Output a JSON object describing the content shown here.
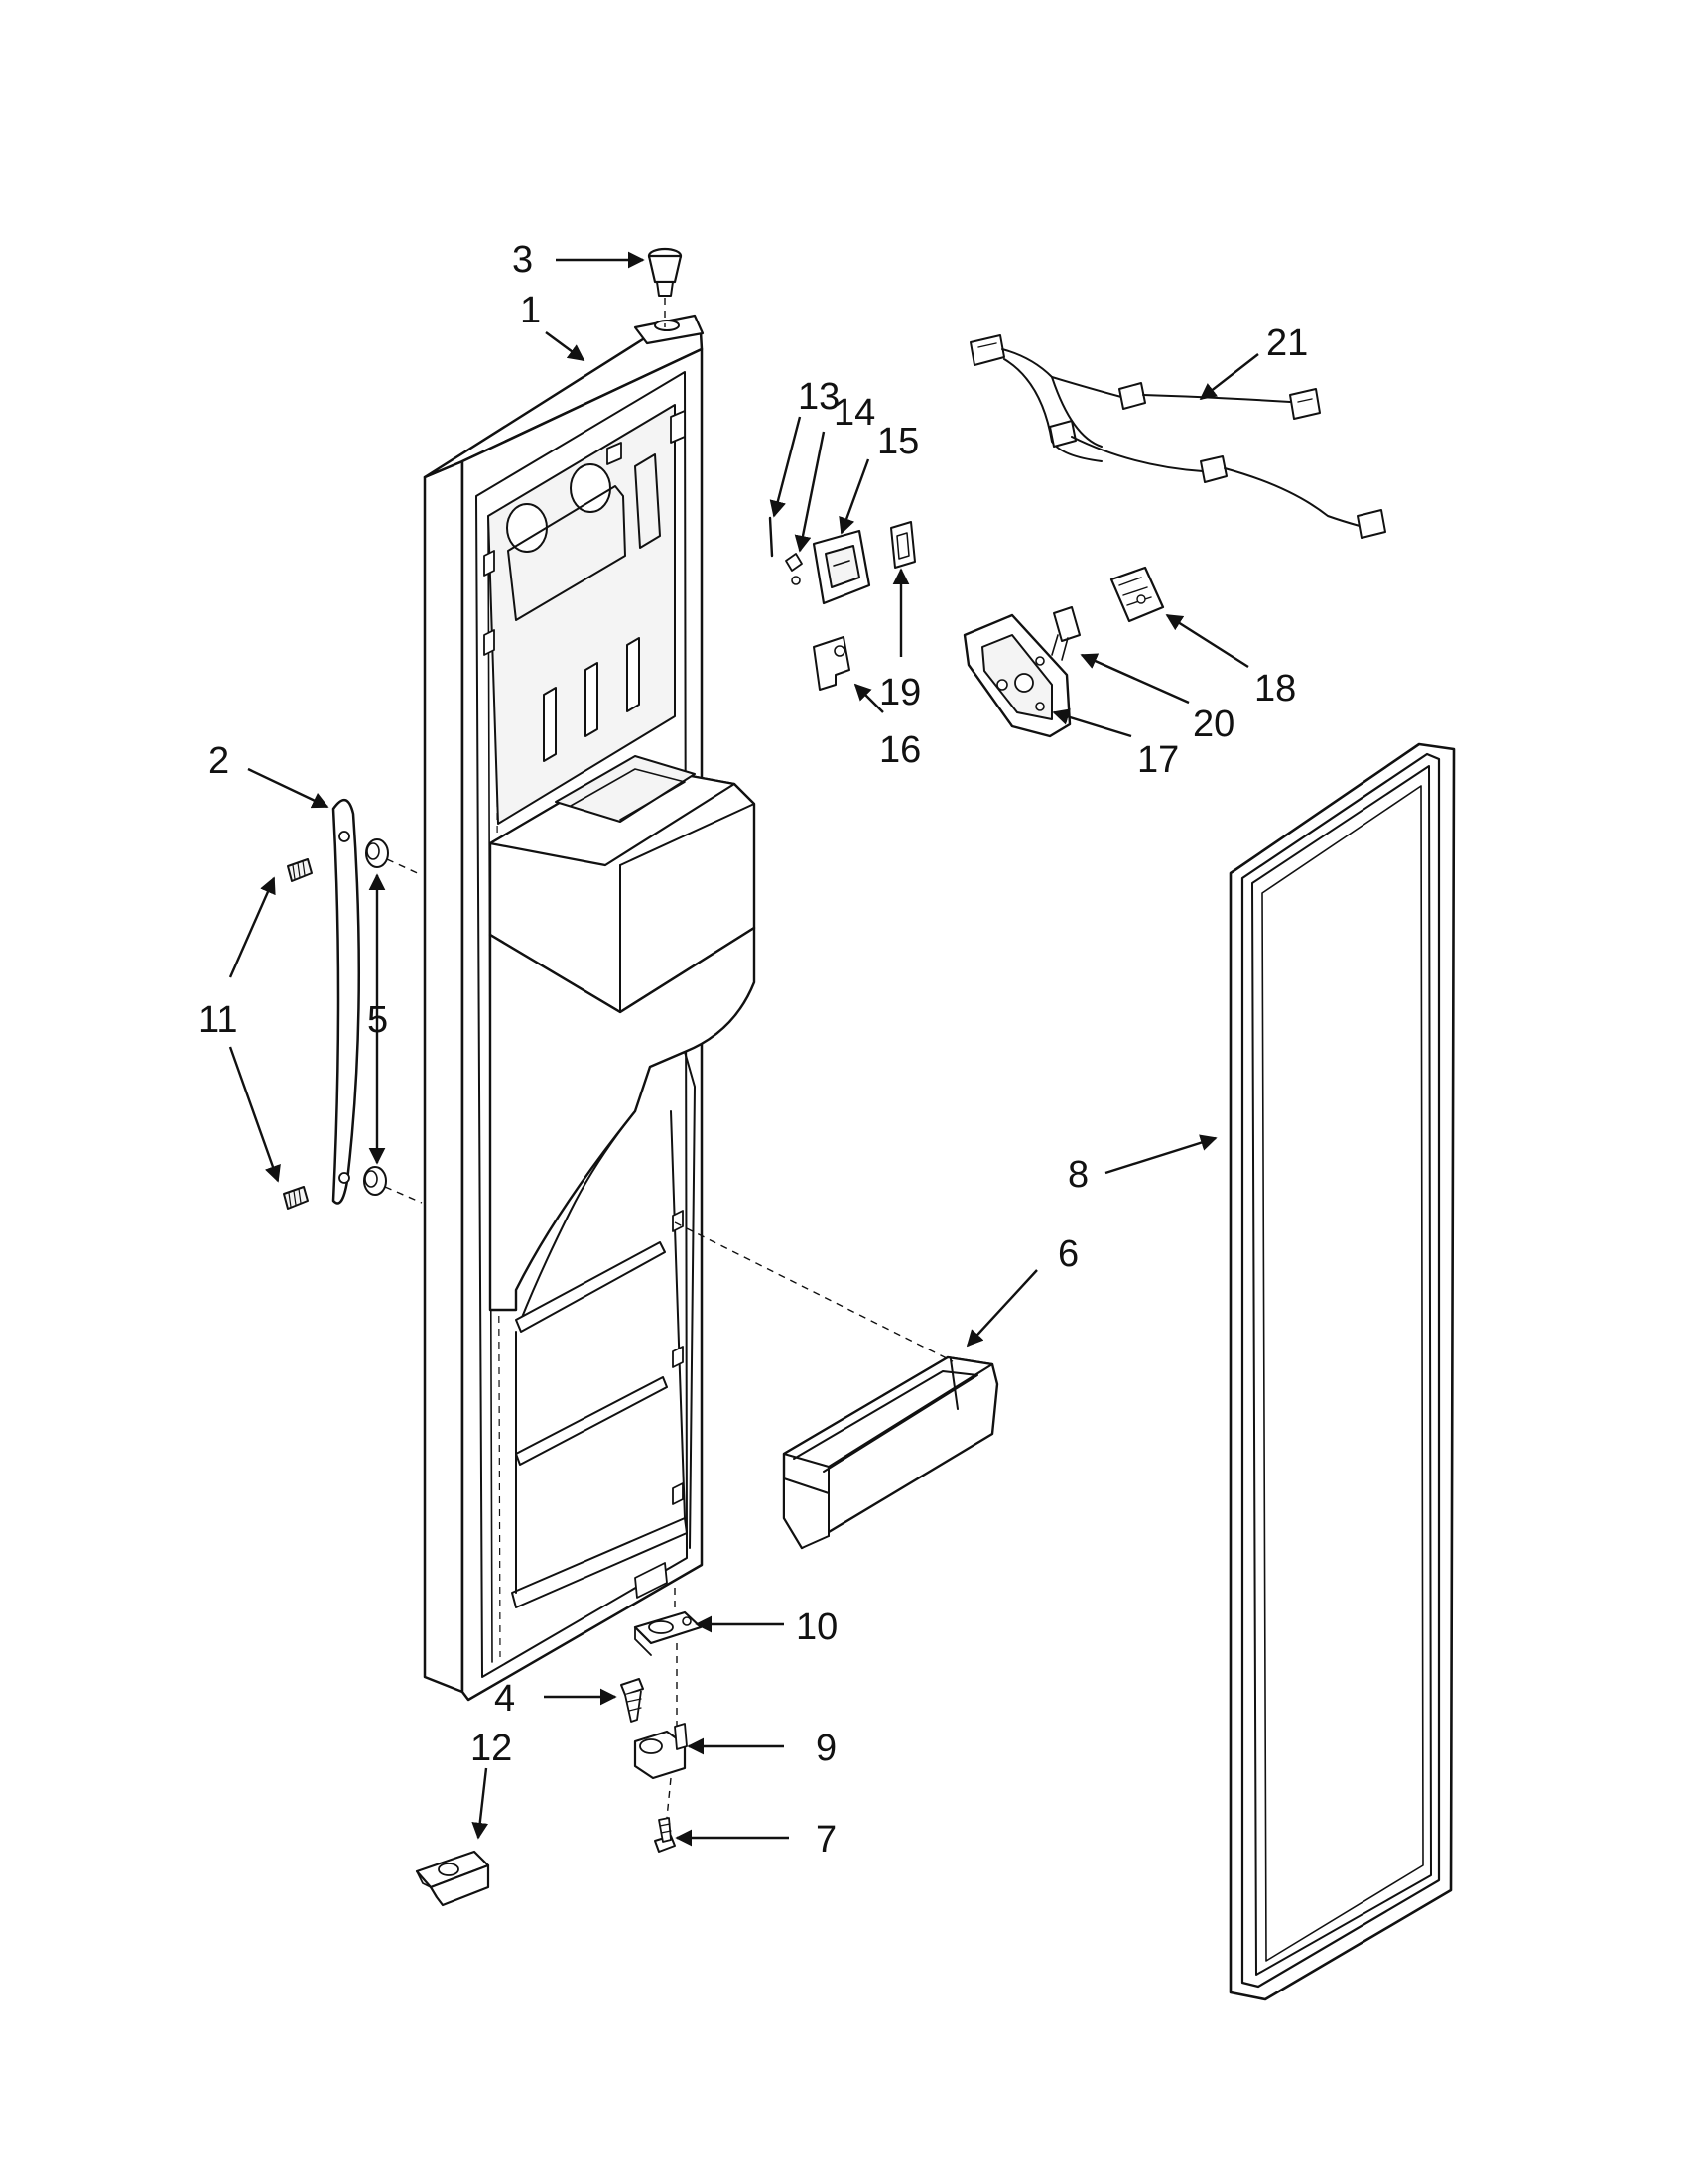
{
  "diagram": {
    "callouts": [
      {
        "id": "1",
        "label": "1"
      },
      {
        "id": "2",
        "label": "2"
      },
      {
        "id": "3",
        "label": "3"
      },
      {
        "id": "4",
        "label": "4"
      },
      {
        "id": "5",
        "label": "5"
      },
      {
        "id": "6",
        "label": "6"
      },
      {
        "id": "7",
        "label": "7"
      },
      {
        "id": "8",
        "label": "8"
      },
      {
        "id": "9",
        "label": "9"
      },
      {
        "id": "10",
        "label": "10"
      },
      {
        "id": "11",
        "label": "11"
      },
      {
        "id": "12",
        "label": "12"
      },
      {
        "id": "13",
        "label": "13"
      },
      {
        "id": "14",
        "label": "14"
      },
      {
        "id": "15",
        "label": "15"
      },
      {
        "id": "16",
        "label": "16"
      },
      {
        "id": "17",
        "label": "17"
      },
      {
        "id": "18",
        "label": "18"
      },
      {
        "id": "19",
        "label": "19"
      },
      {
        "id": "20",
        "label": "20"
      },
      {
        "id": "21",
        "label": "21"
      }
    ],
    "line_color": "#111111",
    "background": "#ffffff"
  }
}
